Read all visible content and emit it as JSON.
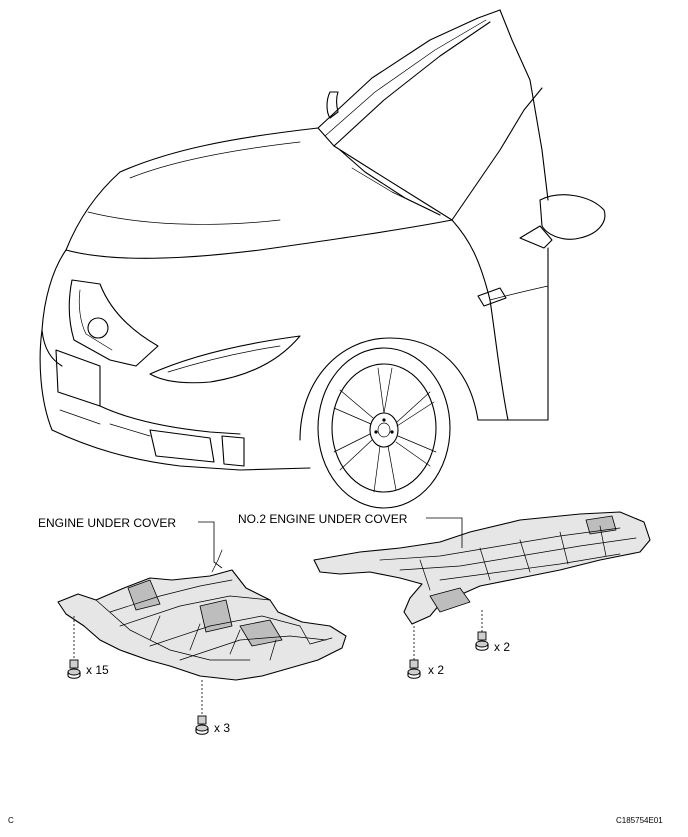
{
  "labels": {
    "engine_under_cover": "ENGINE UNDER COVER",
    "no2_engine_under_cover": "NO.2 ENGINE UNDER COVER"
  },
  "quantities": {
    "engine_cover_bolts_side": "x 15",
    "engine_cover_bolts_front": "x 3",
    "no2_cover_bolts_left": "x 2",
    "no2_cover_bolts_right": "x 2"
  },
  "footer": {
    "corner_letter": "C",
    "figure_id": "C185754E01"
  },
  "colors": {
    "line": "#000000",
    "background": "#ffffff",
    "part_fill": "#e6e6e6"
  }
}
